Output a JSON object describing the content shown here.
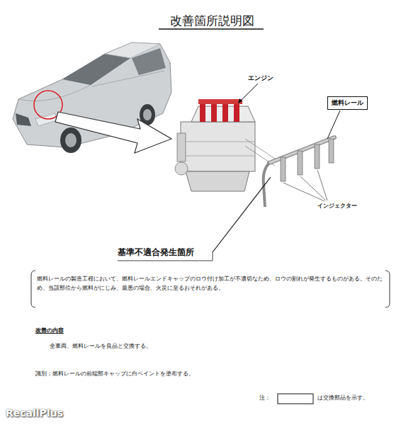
{
  "diagram": {
    "title": "改善箇所説明図",
    "nodes": [
      {
        "text": [
          "燃料レール"
        ]
      }
    ],
    "labels": [
      "エンジン",
      "インジェクター",
      "基準不適合発生箇所",
      "燃料レールの製造工程において、燃料レールエンドキャップのロウ付け加工が不適切なため、ロウの割れが発生するものがある。そのため、当該部位から燃料がにじみ、最悪の場合、火災に至るおそれがある。",
      "改善の内容",
      "全車両、燃料レールを良品と交換する。",
      "識別：燃料レールの前端部キャップに白ペイントを塗布する。",
      "注：",
      "は交換部品を示す。",
      "RecallPlus"
    ]
  }
}
